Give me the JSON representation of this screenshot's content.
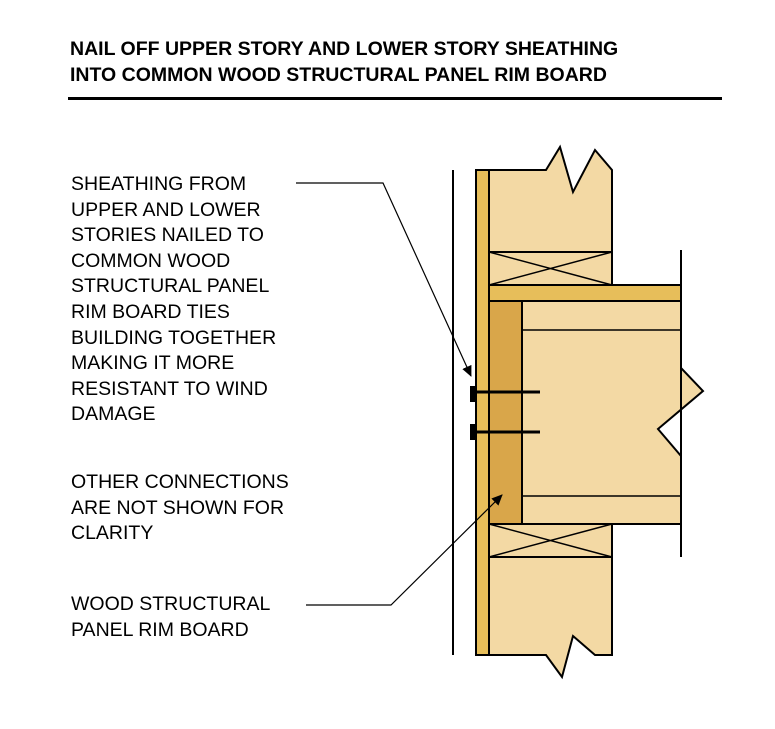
{
  "title": {
    "line1": "NAIL OFF UPPER STORY AND LOWER STORY SHEATHING",
    "line2": "INTO COMMON WOOD STRUCTURAL PANEL RIM BOARD"
  },
  "notes": {
    "sheathing": [
      "SHEATHING FROM",
      "UPPER AND LOWER",
      "STORIES NAILED TO",
      "COMMON WOOD",
      "STRUCTURAL PANEL",
      "RIM BOARD TIES",
      "BUILDING TOGETHER",
      "MAKING IT MORE",
      "RESISTANT TO WIND",
      "DAMAGE"
    ],
    "other_connections": [
      "OTHER CONNECTIONS",
      "ARE NOT SHOWN FOR",
      "CLARITY"
    ],
    "rim_board": [
      "WOOD STRUCTURAL",
      "PANEL RIM BOARD"
    ]
  },
  "colors": {
    "light_wood": "#F3D9A4",
    "sheathing": "#E7BE5A",
    "rim_board": "#D9A64A",
    "line": "#000000"
  }
}
